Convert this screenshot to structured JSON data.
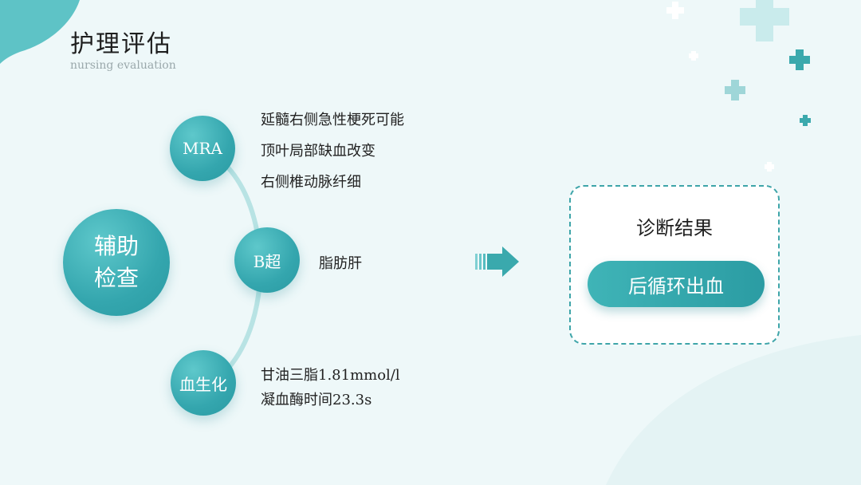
{
  "header": {
    "title": "护理评估",
    "subtitle": "nursing evaluation"
  },
  "exam": {
    "main_label_line1": "辅助",
    "main_label_line2": "检查",
    "branches": [
      {
        "label": "MRA",
        "items": [
          "延髓右侧急性梗死可能",
          "顶叶局部缺血改变",
          "右侧椎动脉纤细"
        ]
      },
      {
        "label": "B超",
        "items": [
          "脂肪肝"
        ]
      },
      {
        "label": "血生化",
        "items": [
          "甘油三脂1.81mmol/l",
          "凝血酶时间23.3s"
        ]
      }
    ]
  },
  "result": {
    "title": "诊断结果",
    "diagnosis": "后循环出血"
  },
  "colors": {
    "accent": "#34a6ae",
    "accent_light": "#b8e3e4",
    "background": "#eef8f9"
  },
  "icons": [
    "arrow-right-icon",
    "cross-icon"
  ]
}
